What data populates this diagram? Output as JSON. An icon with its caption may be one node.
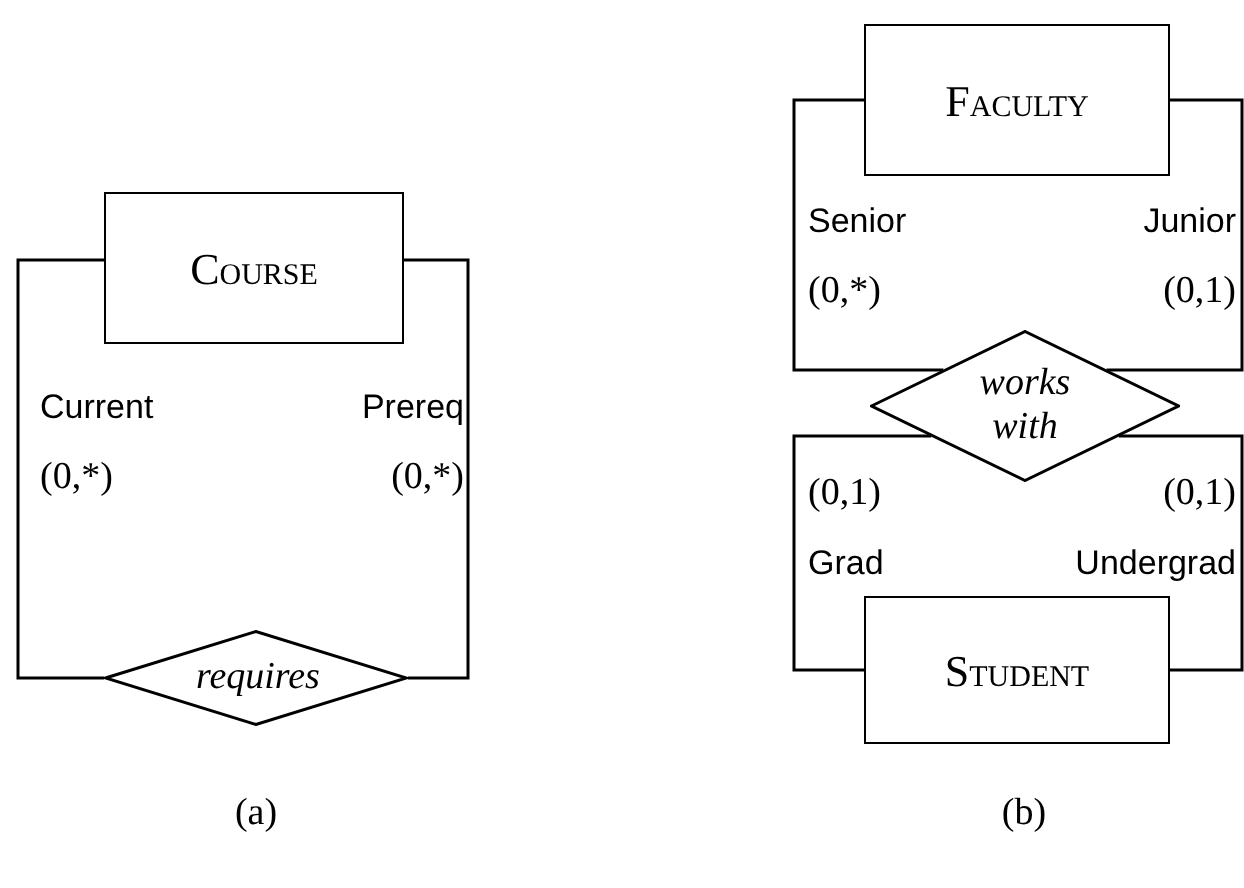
{
  "diagram": {
    "nodes": [
      {
        "text": [
          "Course"
        ]
      },
      {
        "text": [
          "requires"
        ]
      },
      {
        "text": [
          "Faculty"
        ]
      },
      {
        "text": [
          "works with"
        ]
      },
      {
        "text": [
          "Student"
        ]
      }
    ],
    "edges": [
      {
        "from": 0,
        "to": 1,
        "arrow": "none"
      },
      {
        "from": 0,
        "to": 1,
        "arrow": "none"
      },
      {
        "from": 2,
        "to": 3,
        "arrow": "none"
      },
      {
        "from": 2,
        "to": 3,
        "arrow": "none"
      },
      {
        "from": 3,
        "to": 4,
        "arrow": "none"
      },
      {
        "from": 3,
        "to": 4,
        "arrow": "none"
      }
    ],
    "labels": [
      "Current",
      "Prereq",
      "(0,*)",
      "(0,*)",
      "Senior",
      "Junior",
      "(0,*)",
      "(0,1)",
      "(0,1)",
      "(0,1)",
      "Grad",
      "Undergrad",
      "(a)",
      "(b)"
    ]
  }
}
